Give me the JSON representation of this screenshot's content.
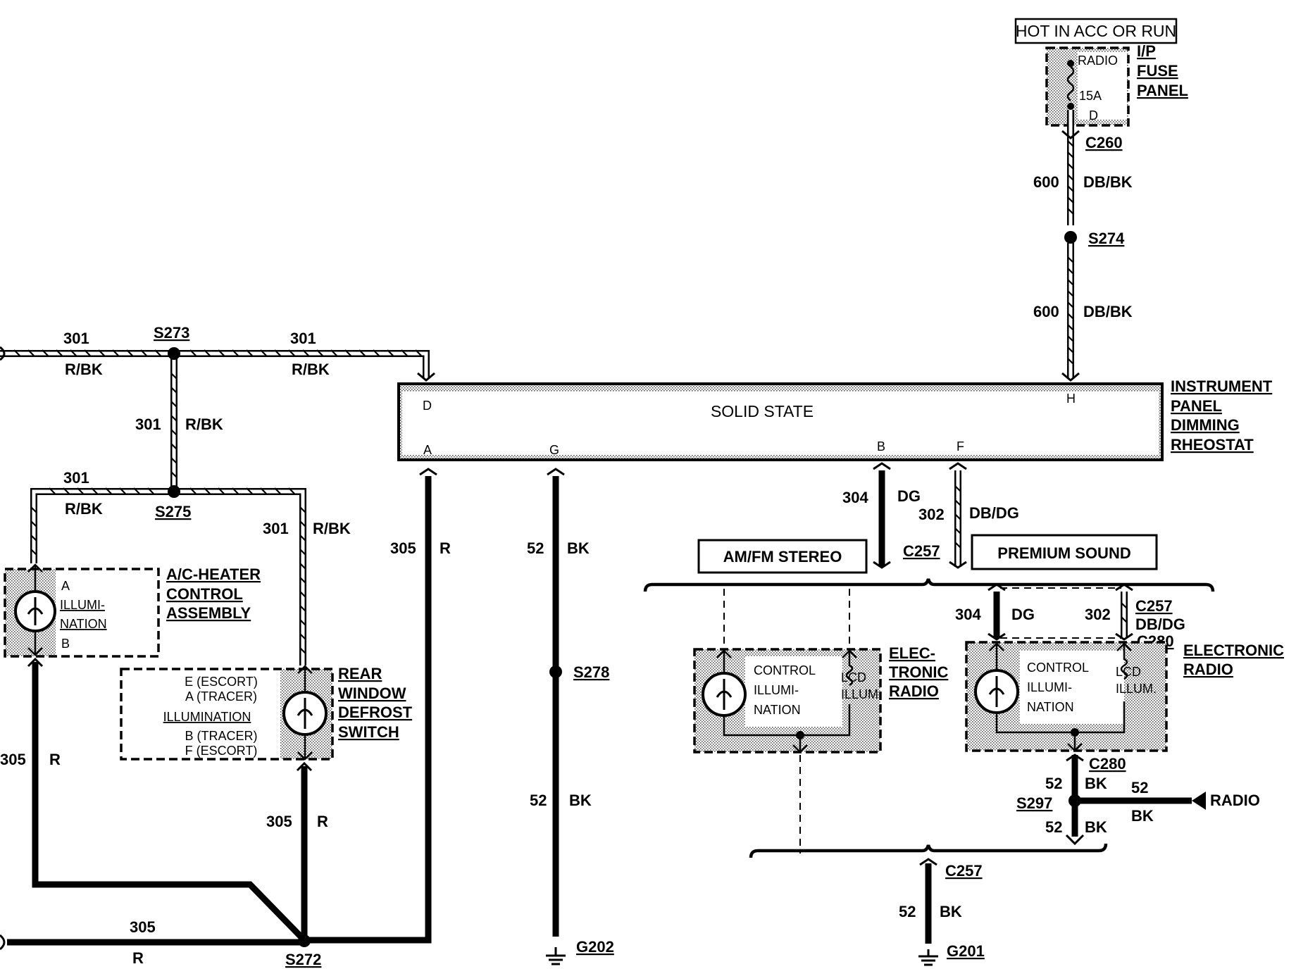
{
  "hot_in": "HOT IN ACC OR RUN",
  "fuse": {
    "name": "RADIO",
    "rating": "15A",
    "pin": "D",
    "panel": [
      "I/P",
      "FUSE",
      "PANEL"
    ]
  },
  "connectors": {
    "c260": "C260",
    "c257": "C257",
    "c280": "C280"
  },
  "splices": {
    "s273": "S273",
    "s274": "S274",
    "s275": "S275",
    "s272": "S272",
    "s278": "S278",
    "s297": "S297"
  },
  "grounds": {
    "g202": "G202",
    "g201": "G201"
  },
  "circuits": {
    "c600": "600",
    "db_bk": "DB/BK",
    "c301": "301",
    "r_bk": "R/BK",
    "c305": "305",
    "r": "R",
    "c52": "52",
    "bk": "BK",
    "c304": "304",
    "dg": "DG",
    "c302": "302",
    "db_dg": "DB/DG"
  },
  "rheostat": {
    "body": "SOLID STATE",
    "pins": {
      "d": "D",
      "h": "H",
      "a": "A",
      "g": "G",
      "b": "B",
      "f": "F"
    },
    "name": [
      "INSTRUMENT",
      "PANEL",
      "DIMMING",
      "RHEOSTAT"
    ]
  },
  "ac_heater": {
    "pin_a": "A",
    "pin_b": "B",
    "illum": [
      "ILLUMI-",
      "NATION"
    ],
    "name": [
      "A/C-HEATER",
      "CONTROL",
      "ASSEMBLY"
    ]
  },
  "defrost": {
    "pins": [
      "E (ESCORT)",
      "A (TRACER)",
      "B (TRACER)",
      "F (ESCORT)"
    ],
    "illum": "ILLUMINATION",
    "name": [
      "REAR",
      "WINDOW",
      "DEFROST",
      "SWITCH"
    ]
  },
  "radio_options": {
    "amfm": "AM/FM STEREO",
    "premium": "PREMIUM SOUND"
  },
  "radio_left": {
    "control": [
      "CONTROL",
      "ILLUMI-",
      "NATION"
    ],
    "lcd": [
      "LCD",
      "ILLUM."
    ],
    "name": [
      "ELEC-",
      "TRONIC",
      "RADIO"
    ]
  },
  "radio_right": {
    "control": [
      "CONTROL",
      "ILLUMI-",
      "NATION"
    ],
    "lcd": [
      "LCD",
      "ILLUM."
    ],
    "name": [
      "ELECTRONIC",
      "RADIO"
    ]
  },
  "radio_feed": "RADIO"
}
